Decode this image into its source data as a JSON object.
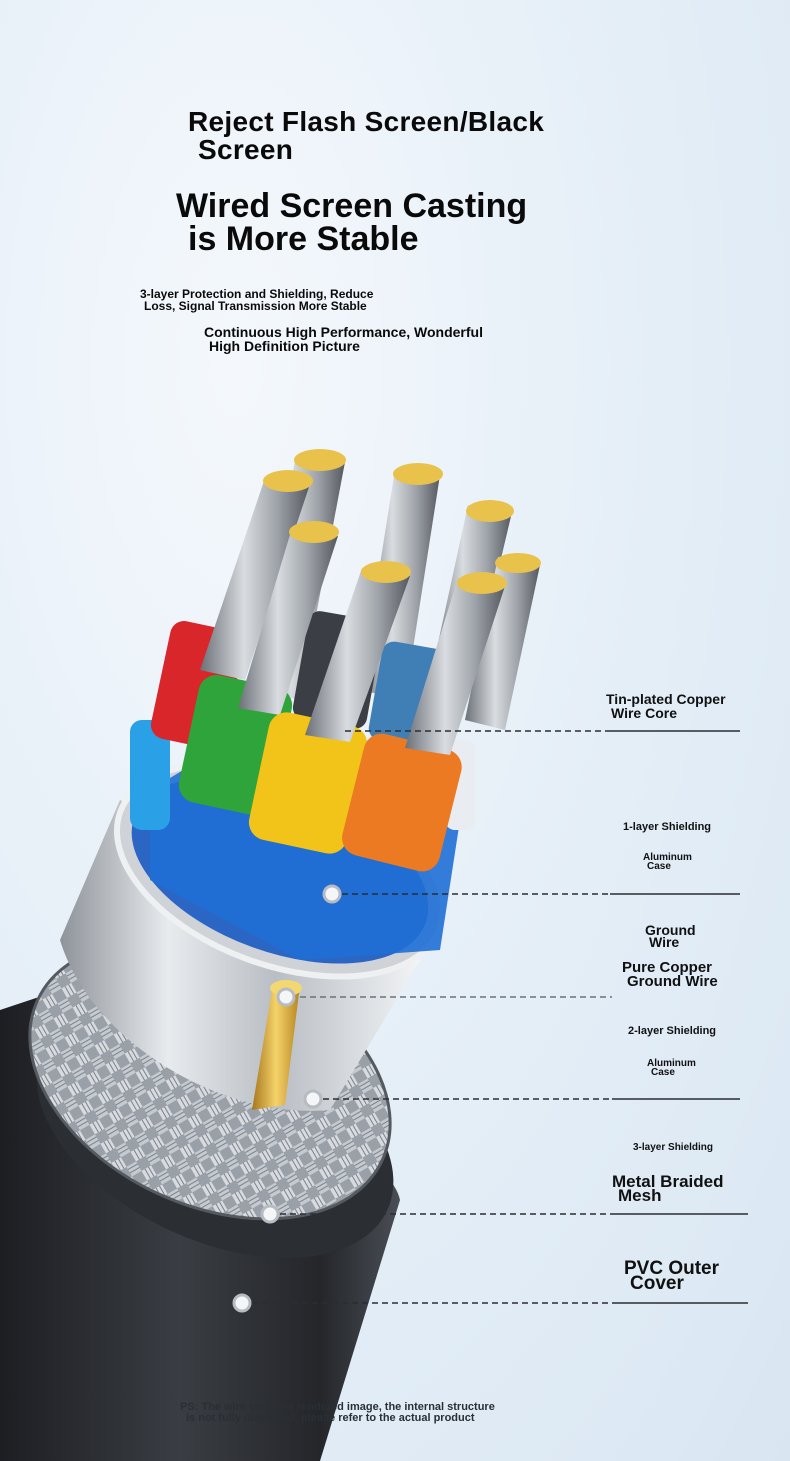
{
  "headline": {
    "line1": "Reject Flash Screen/Black",
    "line2": "Screen"
  },
  "subheadline": {
    "line1": "Wired Screen Casting",
    "line2": "is More Stable"
  },
  "feature1": {
    "line1": "3-layer Protection and Shielding, Reduce",
    "line2": "Loss, Signal Transmission More Stable"
  },
  "feature2": {
    "line1": "Continuous High Performance, Wonderful",
    "line2": "High Definition Picture"
  },
  "labels": {
    "tin_core": {
      "line1": "Tin-plated Copper",
      "line2": "Wire Core"
    },
    "shield1_title": "1-layer Shielding",
    "shield1_case": {
      "line1": "Aluminum",
      "line2": "Case"
    },
    "ground": {
      "line1": "Ground",
      "line2": "Wire"
    },
    "pure_copper": {
      "line1": "Pure Copper",
      "line2": "Ground Wire"
    },
    "shield2_title": "2-layer Shielding",
    "shield2_case": {
      "line1": "Aluminum",
      "line2": "Case"
    },
    "shield3_title": "3-layer Shielding",
    "braided": {
      "line1": "Metal Braided",
      "line2": "Mesh"
    },
    "pvc": {
      "line1": "PVC Outer",
      "line2": "Cover"
    }
  },
  "disclaimer": {
    "line1": "PS: The wire core is a rendered image, the internal structure",
    "line2": "is not fully displayed, please refer to the actual product"
  },
  "colors": {
    "wire_red": "#d8262a",
    "wire_green": "#2fa43a",
    "wire_yellow": "#f2c318",
    "wire_orange": "#ec7a22",
    "wire_blue": "#2a8fd8",
    "jacket": "#2a2c30"
  }
}
